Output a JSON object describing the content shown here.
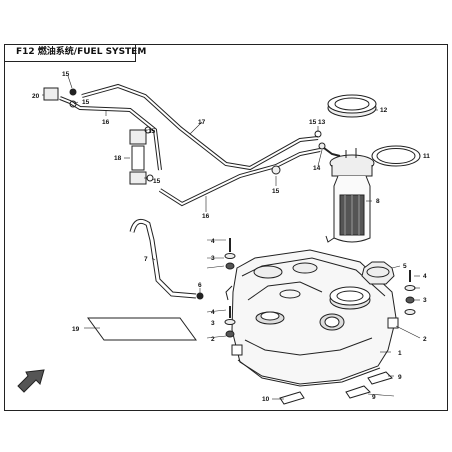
{
  "title": "F12 燃油系统/FUEL SYSTEM",
  "callouts": [
    "1",
    "2",
    "3",
    "4",
    "5",
    "6",
    "7",
    "8",
    "9",
    "10",
    "11",
    "12",
    "13",
    "14",
    "15",
    "16",
    "17",
    "18",
    "19",
    "20"
  ],
  "colors": {
    "line": "#222222",
    "paper": "#ffffff",
    "fill_light": "#f4f4f4",
    "fill_mid": "#d9d9d9",
    "fill_dark": "#555555"
  }
}
